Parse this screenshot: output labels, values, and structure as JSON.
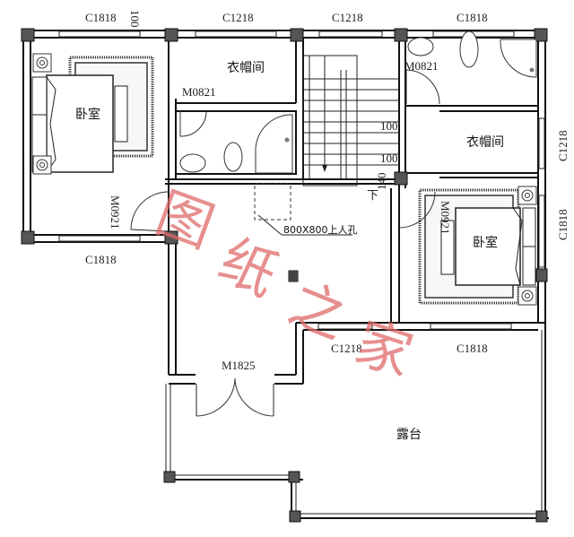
{
  "rooms": {
    "bedroom_left": "卧室",
    "closet_top": "衣帽间",
    "closet_right": "衣帽间",
    "bedroom_right": "卧室",
    "terrace": "露台"
  },
  "windows": {
    "top_left": "C1818",
    "top_mid_left": "C1218",
    "top_mid_right": "C1218",
    "top_right": "C1818",
    "right_upper": "C1218",
    "right_lower": "C1818",
    "left_bottom": "C1818",
    "terrace_left": "C1218",
    "terrace_right": "C1818"
  },
  "doors": {
    "closet_door": "M0821",
    "bath_right_door": "M0821",
    "bedroom_left_door": "M0921",
    "bedroom_right_door": "M0921",
    "terrace_door": "M1825"
  },
  "dimensions": {
    "top_gap": "100",
    "stair_dim_1": "100",
    "stair_dim_2": "100",
    "stair_dim_3": "140",
    "stair_down": "下"
  },
  "annotations": {
    "access_hatch": "800X800上人孔"
  },
  "watermark": {
    "chars": [
      "图",
      "纸",
      "之",
      "家"
    ],
    "color": "#e06a6a"
  }
}
